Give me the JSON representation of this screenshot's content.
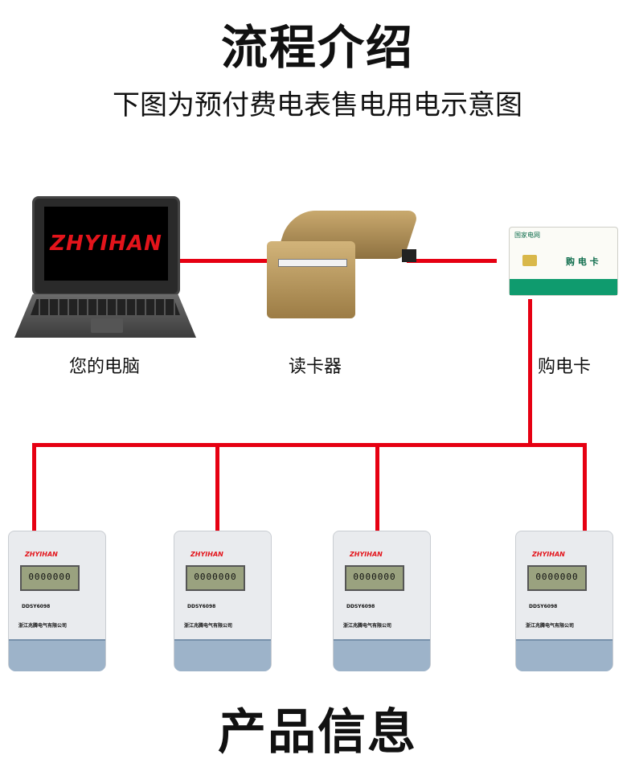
{
  "header": {
    "title": "流程介绍",
    "subtitle": "下图为预付费电表售电用电示意图"
  },
  "devices": {
    "computer": {
      "label": "您的电脑",
      "screen_brand": "ZHYIHAN"
    },
    "reader": {
      "label": "读卡器"
    },
    "card": {
      "label": "购电卡",
      "logo_text": "国家电网",
      "title": "购 电 卡"
    }
  },
  "meters": [
    {
      "brand": "ZHYIHAN",
      "reading": "0000000",
      "model": "DDSY6098",
      "company": "浙江兆腾电气有限公司"
    },
    {
      "brand": "ZHYIHAN",
      "reading": "0000000",
      "model": "DDSY6098",
      "company": "浙江兆腾电气有限公司"
    },
    {
      "brand": "ZHYIHAN",
      "reading": "0000000",
      "model": "DDSY6098",
      "company": "浙江兆腾电气有限公司"
    },
    {
      "brand": "ZHYIHAN",
      "reading": "0000000",
      "model": "DDSY6098",
      "company": "浙江兆腾电气有限公司"
    }
  ],
  "footer": {
    "title": "产品信息"
  },
  "colors": {
    "connector": "#e60012",
    "brand_red": "#e3141b",
    "card_green": "#0f9b6e"
  }
}
